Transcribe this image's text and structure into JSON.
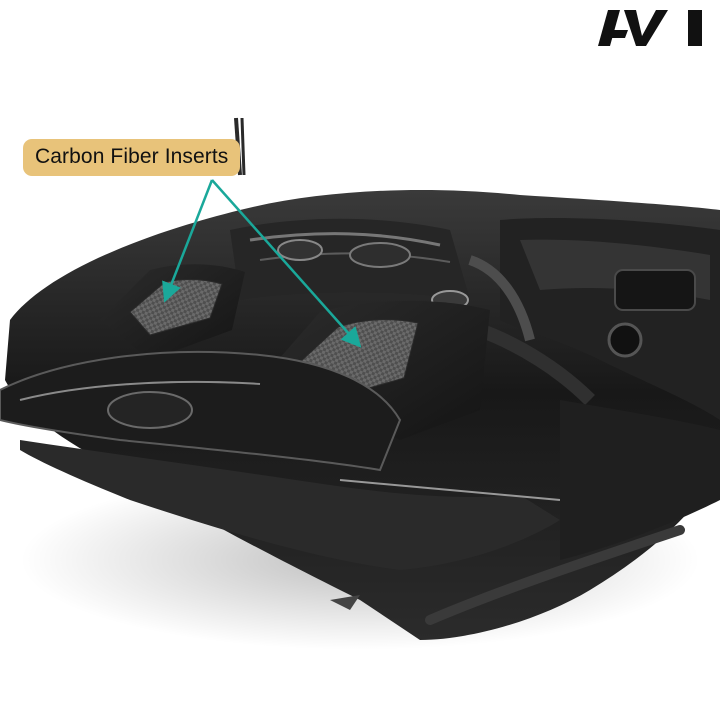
{
  "brand": {
    "logo_text": "AVI",
    "logo_icon": "avi-logo"
  },
  "callout": {
    "label": "Carbon Fiber Inserts",
    "label_color": "#e8c37a",
    "arrow_color": "#1aa89a"
  },
  "photo": {
    "subject_icon": "car-engine-bay-3d-render"
  },
  "colors": {
    "background": "#ffffff",
    "body_dark": "#1b1b1b",
    "carbon": "#5a5a5a"
  }
}
